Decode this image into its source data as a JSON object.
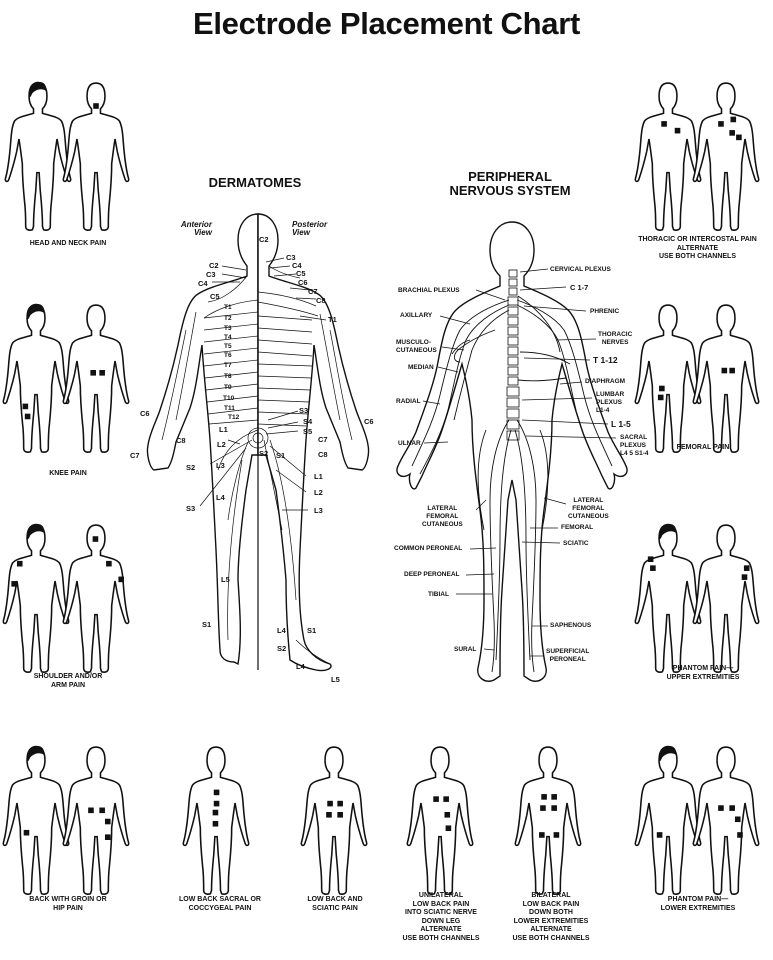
{
  "title": "Electrode Placement Chart",
  "dermatomes": {
    "heading": "DERMATOMES",
    "anterior_view": [
      "Anterior",
      "View"
    ],
    "posterior_view": [
      "Posterior",
      "View"
    ],
    "labels": {
      "c2a": "C2",
      "c3a": "C3",
      "c4a": "C4",
      "c5a": "C5",
      "c2b": "C2",
      "c3b": "C3",
      "c4b": "C4",
      "c5b": "C5",
      "c6b": "C6",
      "c7b": "C7",
      "c8b": "C8",
      "t1a": "T1",
      "t2a": "T2",
      "t3a": "T3",
      "t4a": "T4",
      "t5a": "T5",
      "t6a": "T6",
      "t7a": "T7",
      "t8a": "T8",
      "t9a": "T9",
      "t10a": "T10",
      "t11a": "T11",
      "t12a": "T12",
      "t1b": "T1",
      "l1a": "L1",
      "l2a": "L2",
      "l3a": "L3",
      "l4a": "L4",
      "l5a": "L5",
      "s1a": "S1",
      "s2a": "S2",
      "s3a": "S3",
      "c6a": "C6",
      "c7a": "C7",
      "c8a": "C8",
      "c6c": "C6",
      "c7c": "C7",
      "c8c": "C8",
      "s3b": "S3",
      "s4b": "S4",
      "s5b": "S5",
      "s2b": "S2",
      "s1b": "S1",
      "l1b": "L1",
      "l2b": "L2",
      "l3b": "L3",
      "l4b": "L4",
      "s1c": "S1",
      "s2c": "S2",
      "l4c": "L4",
      "l5b": "L5"
    }
  },
  "pns": {
    "heading": [
      "PERIPHERAL",
      "NERVOUS SYSTEM"
    ],
    "labels": {
      "cervical_plexus": "CERVICAL PLEXUS",
      "c17": "C 1-7",
      "brachial": "BRACHIAL PLEXUS",
      "phrenic": "PHRENIC",
      "axillary": "AXILLARY",
      "thoracic_nerves": [
        "THORACIC",
        "NERVES"
      ],
      "musculo": [
        "MUSCULO-",
        "CUTANEOUS"
      ],
      "t112": "T 1-12",
      "median": "MEDIAN",
      "diaphragm": "DIAPHRAGM",
      "lumbar": [
        "LUMBAR",
        "PLEXUS",
        "L1-4"
      ],
      "radial": "RADIAL",
      "l15": "L 1-5",
      "sacral": [
        "SACRAL",
        "PLEXUS",
        "L4 5 S1-4"
      ],
      "ulnar": "ULNAR",
      "lat_fem_r": [
        "LATERAL",
        "FEMORAL",
        "CUTANEOUS"
      ],
      "lat_fem_l": [
        "LATERAL",
        "FEMORAL",
        "CUTANEOUS"
      ],
      "femoral": "FEMORAL",
      "sciatic": "SCIATIC",
      "common_peroneal": "COMMON PERONEAL",
      "deep_peroneal": "DEEP PERONEAL",
      "tibial": "TIBIAL",
      "saphenous": "SAPHENOUS",
      "sural": "SURAL",
      "sup_peroneal": [
        "SUPERFICIAL",
        "PERONEAL"
      ]
    }
  },
  "panels": [
    {
      "id": "head-neck",
      "caption": [
        "HEAD AND NECK PAIN"
      ]
    },
    {
      "id": "thoracic",
      "caption": [
        "THORACIC OR INTERCOSTAL PAIN",
        "ALTERNATE",
        "USE BOTH CHANNELS"
      ]
    },
    {
      "id": "knee",
      "caption": [
        "KNEE PAIN"
      ]
    },
    {
      "id": "femoral",
      "caption": [
        "FEMORAL PAIN"
      ]
    },
    {
      "id": "shoulder",
      "caption": [
        "SHOULDER AND/OR",
        "ARM PAIN"
      ]
    },
    {
      "id": "phantom-upper",
      "caption": [
        "PHANTOM PAIN—",
        "UPPER EXTREMITIES"
      ]
    },
    {
      "id": "groin-hip",
      "caption": [
        "BACK WITH GROIN OR",
        "HIP PAIN"
      ]
    },
    {
      "id": "sacral",
      "caption": [
        "LOW BACK SACRAL OR",
        "COCCYGEAL PAIN"
      ]
    },
    {
      "id": "sciatic",
      "caption": [
        "LOW BACK AND",
        "SCIATIC PAIN"
      ]
    },
    {
      "id": "unilateral",
      "caption": [
        "UNILATERAL",
        "LOW BACK PAIN",
        "INTO SCIATIC NERVE",
        "DOWN LEG",
        "ALTERNATE",
        "USE BOTH CHANNELS"
      ]
    },
    {
      "id": "bilateral",
      "caption": [
        "BILATERAL",
        "LOW BACK PAIN",
        "DOWN BOTH",
        "LOWER EXTREMITIES",
        "ALTERNATE",
        "USE BOTH CHANNELS"
      ]
    },
    {
      "id": "phantom-lower",
      "caption": [
        "PHANTOM PAIN—",
        "LOWER EXTREMITIES"
      ]
    }
  ]
}
